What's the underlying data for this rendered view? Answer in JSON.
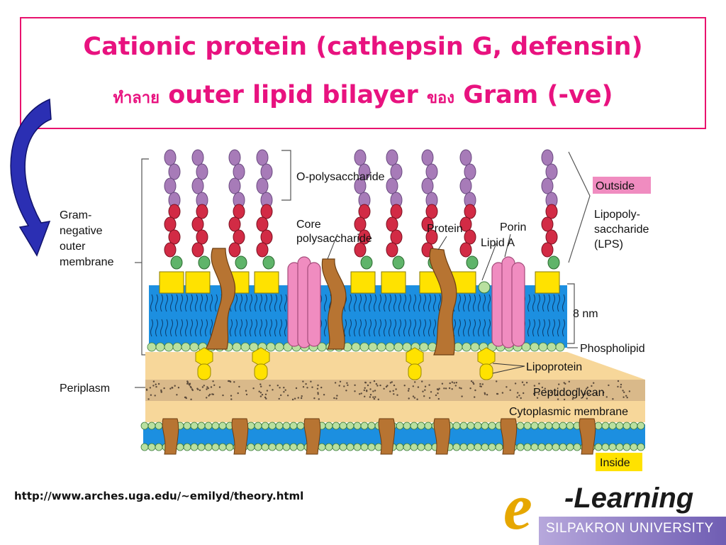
{
  "title": {
    "line1": "Cationic protein (cathepsin G, defensin)",
    "line2_thai_a": "ทำลาย",
    "line2_main": "outer lipid bilayer",
    "line2_thai_b": "ของ",
    "line2_end": "Gram (-ve)"
  },
  "diagram": {
    "labels": {
      "o_polysaccharide": "O-polysaccharide",
      "core_1": "Core",
      "core_2": "polysaccharide",
      "protein": "Protein",
      "porin": "Porin",
      "lipid_a": "Lipid A",
      "outside": "Outside",
      "lps_1": "Lipopoly-",
      "lps_2": "saccharide",
      "lps_3": "(LPS)",
      "gram_1": "Gram-",
      "gram_2": "negative",
      "gram_3": "outer",
      "gram_4": "membrane",
      "nm": "8 nm",
      "phospholipid": "Phospholipid",
      "lipoprotein": "Lipoprotein",
      "periplasm": "Periplasm",
      "peptidoglycan": "Peptidoglycan",
      "cytoplasmic": "Cytoplasmic membrane",
      "inside": "Inside"
    },
    "colors": {
      "o_bead": "#a77bb8",
      "core_bead": "#d22b45",
      "lipid_a_bead": "#5fb46a",
      "lipid_a_box": "#ffe200",
      "bilayer": "#1c8fe0",
      "head": "#b9e0a0",
      "protein": "#b77432",
      "porin": "#f08cc0",
      "periplasm": "#f7d79a",
      "peptidoglycan": "#d9b98a",
      "label_box": "#f08cc0",
      "inside_box": "#ffe200"
    },
    "arrow_color": "#2b2fb3"
  },
  "footer": {
    "url": "http://www.arches.uga.edu/~emilyd/theory.html",
    "logo_e": "e",
    "logo_word": "-Learning",
    "logo_university": "SILPAKRON UNIVERSITY"
  }
}
